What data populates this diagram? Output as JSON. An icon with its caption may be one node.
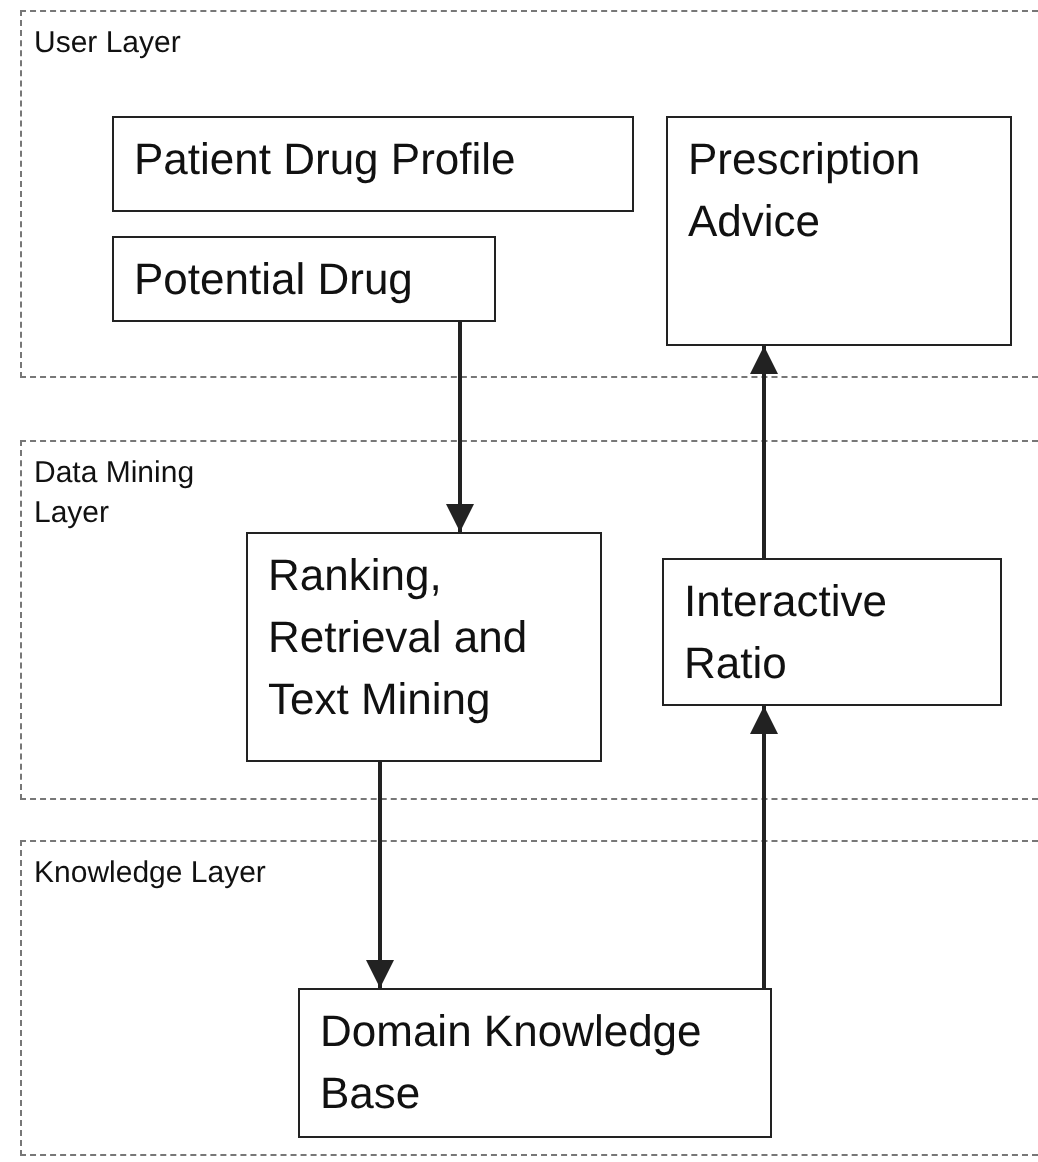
{
  "diagram": {
    "nodes": [
      {
        "text": [
          "User Layer"
        ]
      },
      {
        "text": [
          "Patient Drug Profile"
        ],
        "in": 0
      },
      {
        "text": [
          "Potential Drug"
        ],
        "in": 0
      },
      {
        "text": [
          "Prescription Advice"
        ],
        "in": 0
      },
      {
        "text": [
          "Data Mining Layer"
        ]
      },
      {
        "text": [
          "Ranking, Retrieval and Text Mining"
        ],
        "in": 4
      },
      {
        "text": [
          "Interactive Ratio"
        ],
        "in": 4
      },
      {
        "text": [
          "Knowledge Layer"
        ]
      },
      {
        "text": [
          "Domain Knowledge Base"
        ],
        "in": 7
      }
    ],
    "edges": [
      {
        "from": 2,
        "to": 5,
        "arrow": "to"
      },
      {
        "from": 5,
        "to": 8,
        "arrow": "to"
      },
      {
        "from": 8,
        "to": 6,
        "arrow": "to"
      },
      {
        "from": 6,
        "to": 3,
        "arrow": "to"
      }
    ]
  }
}
